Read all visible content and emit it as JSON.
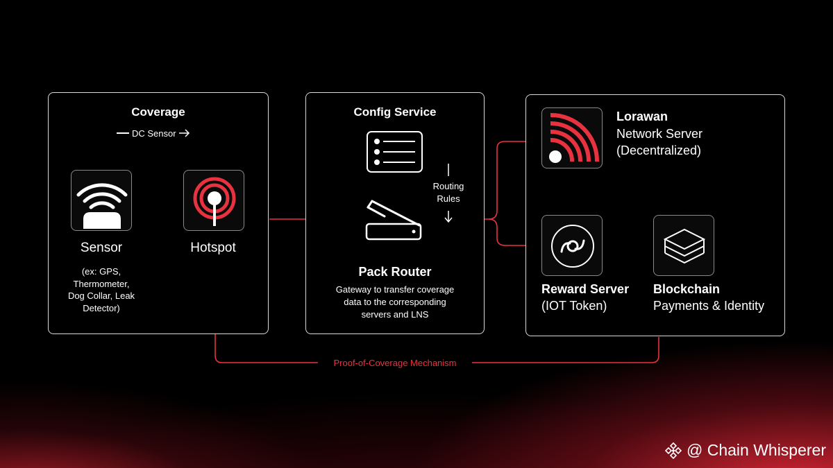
{
  "coverage": {
    "title": "Coverage",
    "dc_sensor": "DC Sensor",
    "sensor_label": "Sensor",
    "sensor_examples": [
      "(ex: GPS,",
      "Thermometer,",
      "Dog Collar, Leak",
      "Detector)"
    ],
    "hotspot_label": "Hotspot"
  },
  "config": {
    "title": "Config Service",
    "routing_rules": [
      "Routing",
      "Rules"
    ],
    "pack_router_title": "Pack Router",
    "pack_router_desc": [
      "Gateway to transfer coverage",
      "data to the corresponding",
      "servers and LNS"
    ]
  },
  "network": {
    "lorawan_title": "Lorawan",
    "lorawan_sub": [
      "Network Server",
      "(Decentralized)"
    ],
    "reward_title": "Reward Server",
    "reward_sub": "(IOT Token)",
    "blockchain_title": "Blockchain",
    "blockchain_sub": "Payments & Identity"
  },
  "poc_label": "Proof-of-Coverage Mechanism",
  "watermark": "@ Chain Whisperer",
  "colors": {
    "accent": "#e8323f",
    "panel_border": "#d9d9d9",
    "background": "#000000"
  },
  "icons": [
    "wifi-sensor-icon",
    "hotspot-antenna-icon",
    "list-icon",
    "router-icon",
    "lorawan-signal-icon",
    "helium-token-icon",
    "layers-icon",
    "binance-logo-icon"
  ]
}
